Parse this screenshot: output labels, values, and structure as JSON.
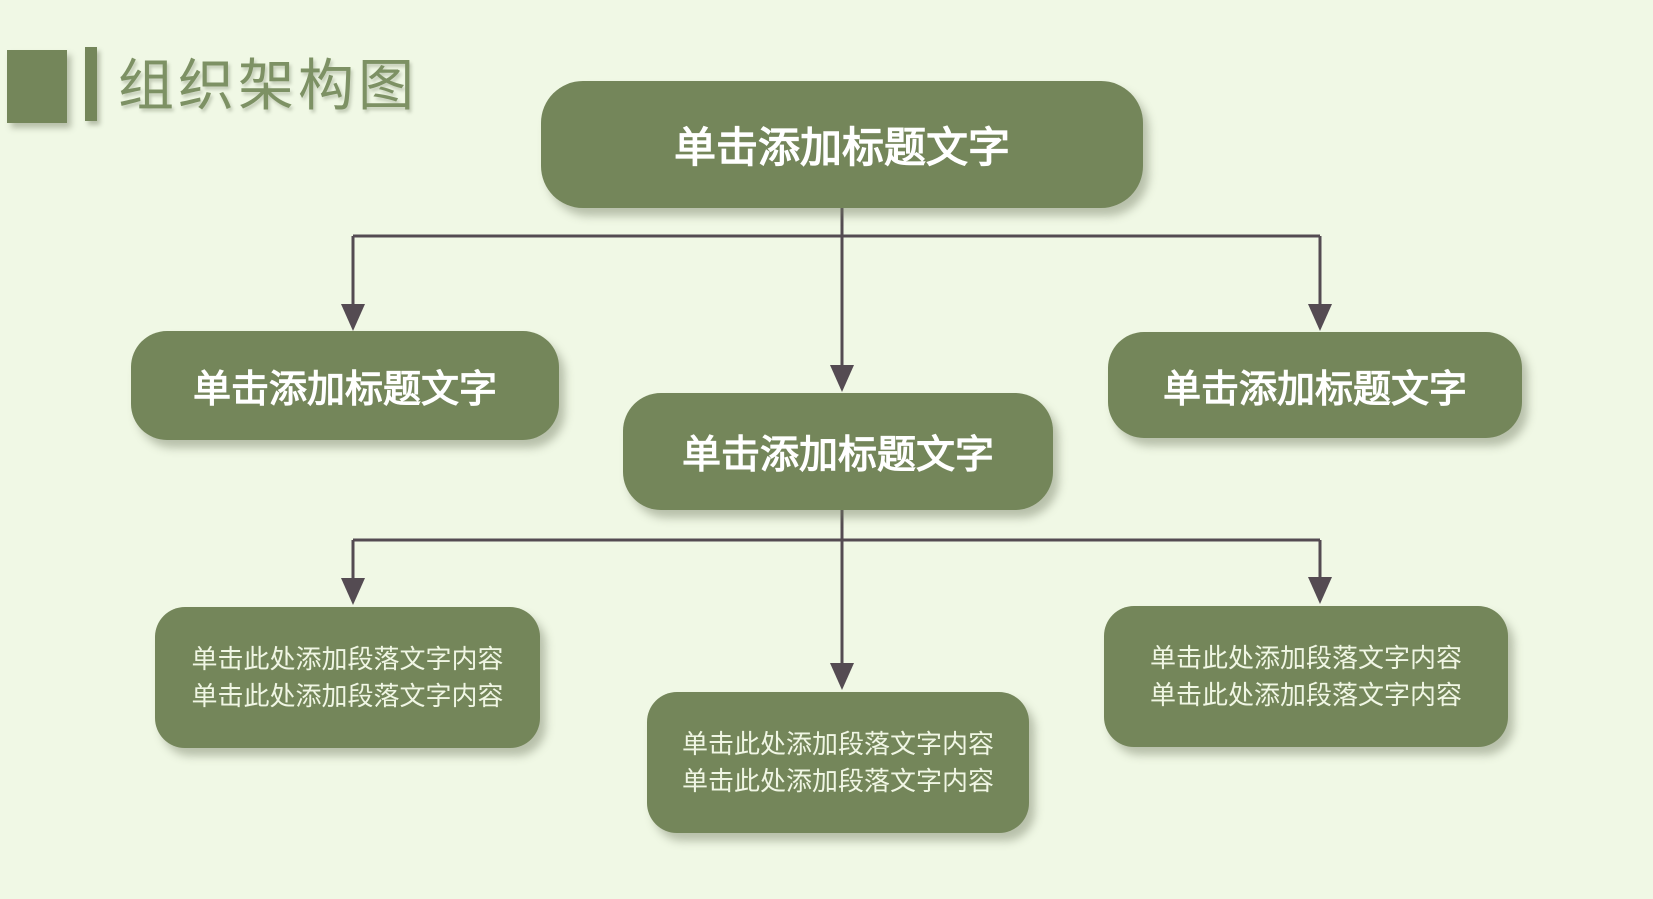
{
  "slide_title": {
    "text": "组织架构图"
  },
  "colors": {
    "background": "#F0F8E5",
    "box_fill": "#74865A",
    "box_title_text": "#FFFFFF",
    "box_paragraph_text": "#F0F6E4",
    "connector": "#544B52",
    "title_text": "#7D9164"
  },
  "chart": {
    "root": {
      "label": "单击添加标题文字"
    },
    "branches": [
      {
        "id": "left",
        "label": "单击添加标题文字"
      },
      {
        "id": "center",
        "label": "单击添加标题文字"
      },
      {
        "id": "right",
        "label": "单击添加标题文字"
      }
    ],
    "leaves": [
      {
        "id": "left",
        "line1": "单击此处添加段落文字内容",
        "line2": "单击此处添加段落文字内容"
      },
      {
        "id": "center",
        "line1": "单击此处添加段落文字内容",
        "line2": "单击此处添加段落文字内容"
      },
      {
        "id": "right",
        "line1": "单击此处添加段落文字内容",
        "line2": "单击此处添加段落文字内容"
      }
    ]
  }
}
